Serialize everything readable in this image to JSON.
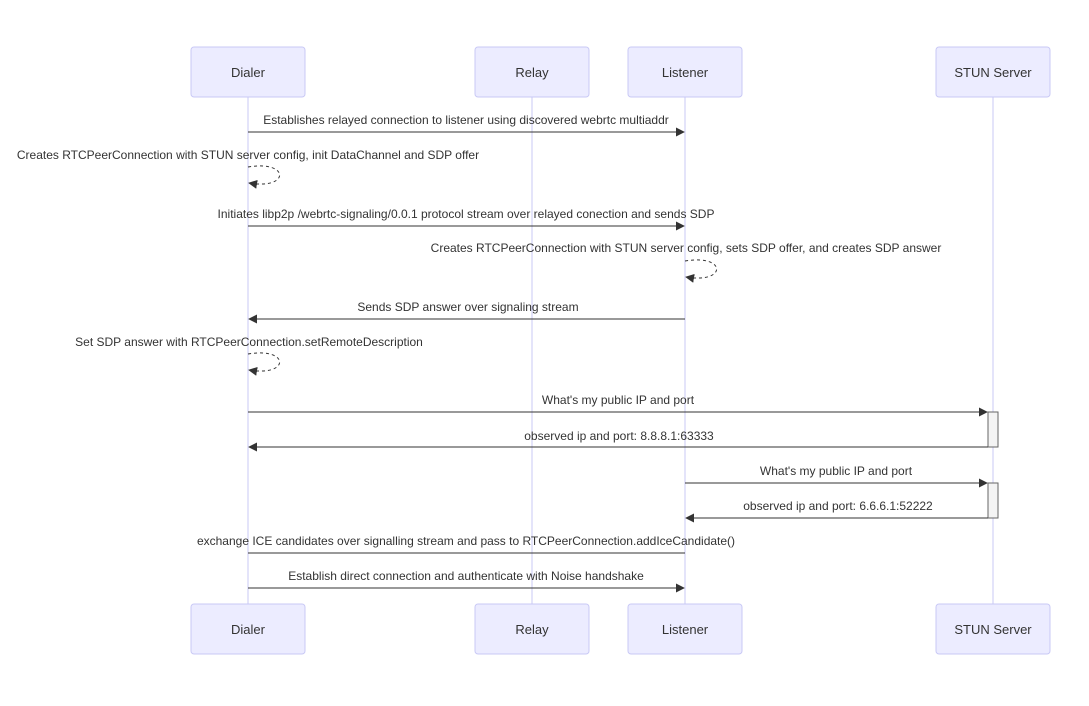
{
  "participants": [
    {
      "id": "dialer",
      "label": "Dialer"
    },
    {
      "id": "relay",
      "label": "Relay"
    },
    {
      "id": "listener",
      "label": "Listener"
    },
    {
      "id": "stun",
      "label": "STUN Server"
    }
  ],
  "messages": [
    {
      "from": "dialer",
      "to": "listener",
      "text": "Establishes relayed connection to listener using discovered webrtc multiaddr"
    },
    {
      "from": "dialer",
      "to": "dialer",
      "text": "Creates RTCPeerConnection with STUN server config, init DataChannel and SDP offer"
    },
    {
      "from": "dialer",
      "to": "listener",
      "text": "Initiates libp2p /webrtc-signaling/0.0.1 protocol stream over relayed conection and sends SDP"
    },
    {
      "from": "listener",
      "to": "listener",
      "text": "Creates RTCPeerConnection with STUN server config, sets SDP offer, and creates SDP answer"
    },
    {
      "from": "listener",
      "to": "dialer",
      "text": "Sends SDP answer over signaling stream"
    },
    {
      "from": "dialer",
      "to": "dialer",
      "text": "Set SDP answer with RTCPeerConnection.setRemoteDescription"
    },
    {
      "from": "dialer",
      "to": "stun",
      "text": "What's my public IP and port"
    },
    {
      "from": "stun",
      "to": "dialer",
      "text": "observed ip and port: 8.8.8.1:63333"
    },
    {
      "from": "listener",
      "to": "stun",
      "text": "What's my public IP and port"
    },
    {
      "from": "stun",
      "to": "listener",
      "text": "observed ip and port: 6.6.6.1:52222"
    },
    {
      "from": "listener",
      "to": "dialer",
      "text": "exchange ICE candidates over signalling stream and pass to RTCPeerConnection.addIceCandidate()"
    },
    {
      "from": "dialer",
      "to": "listener",
      "text": "Establish direct connection and authenticate with Noise handshake"
    }
  ],
  "activations": [
    {
      "on": "stun",
      "from_message": 6,
      "to_message": 7
    },
    {
      "on": "stun",
      "from_message": 8,
      "to_message": 9
    }
  ]
}
